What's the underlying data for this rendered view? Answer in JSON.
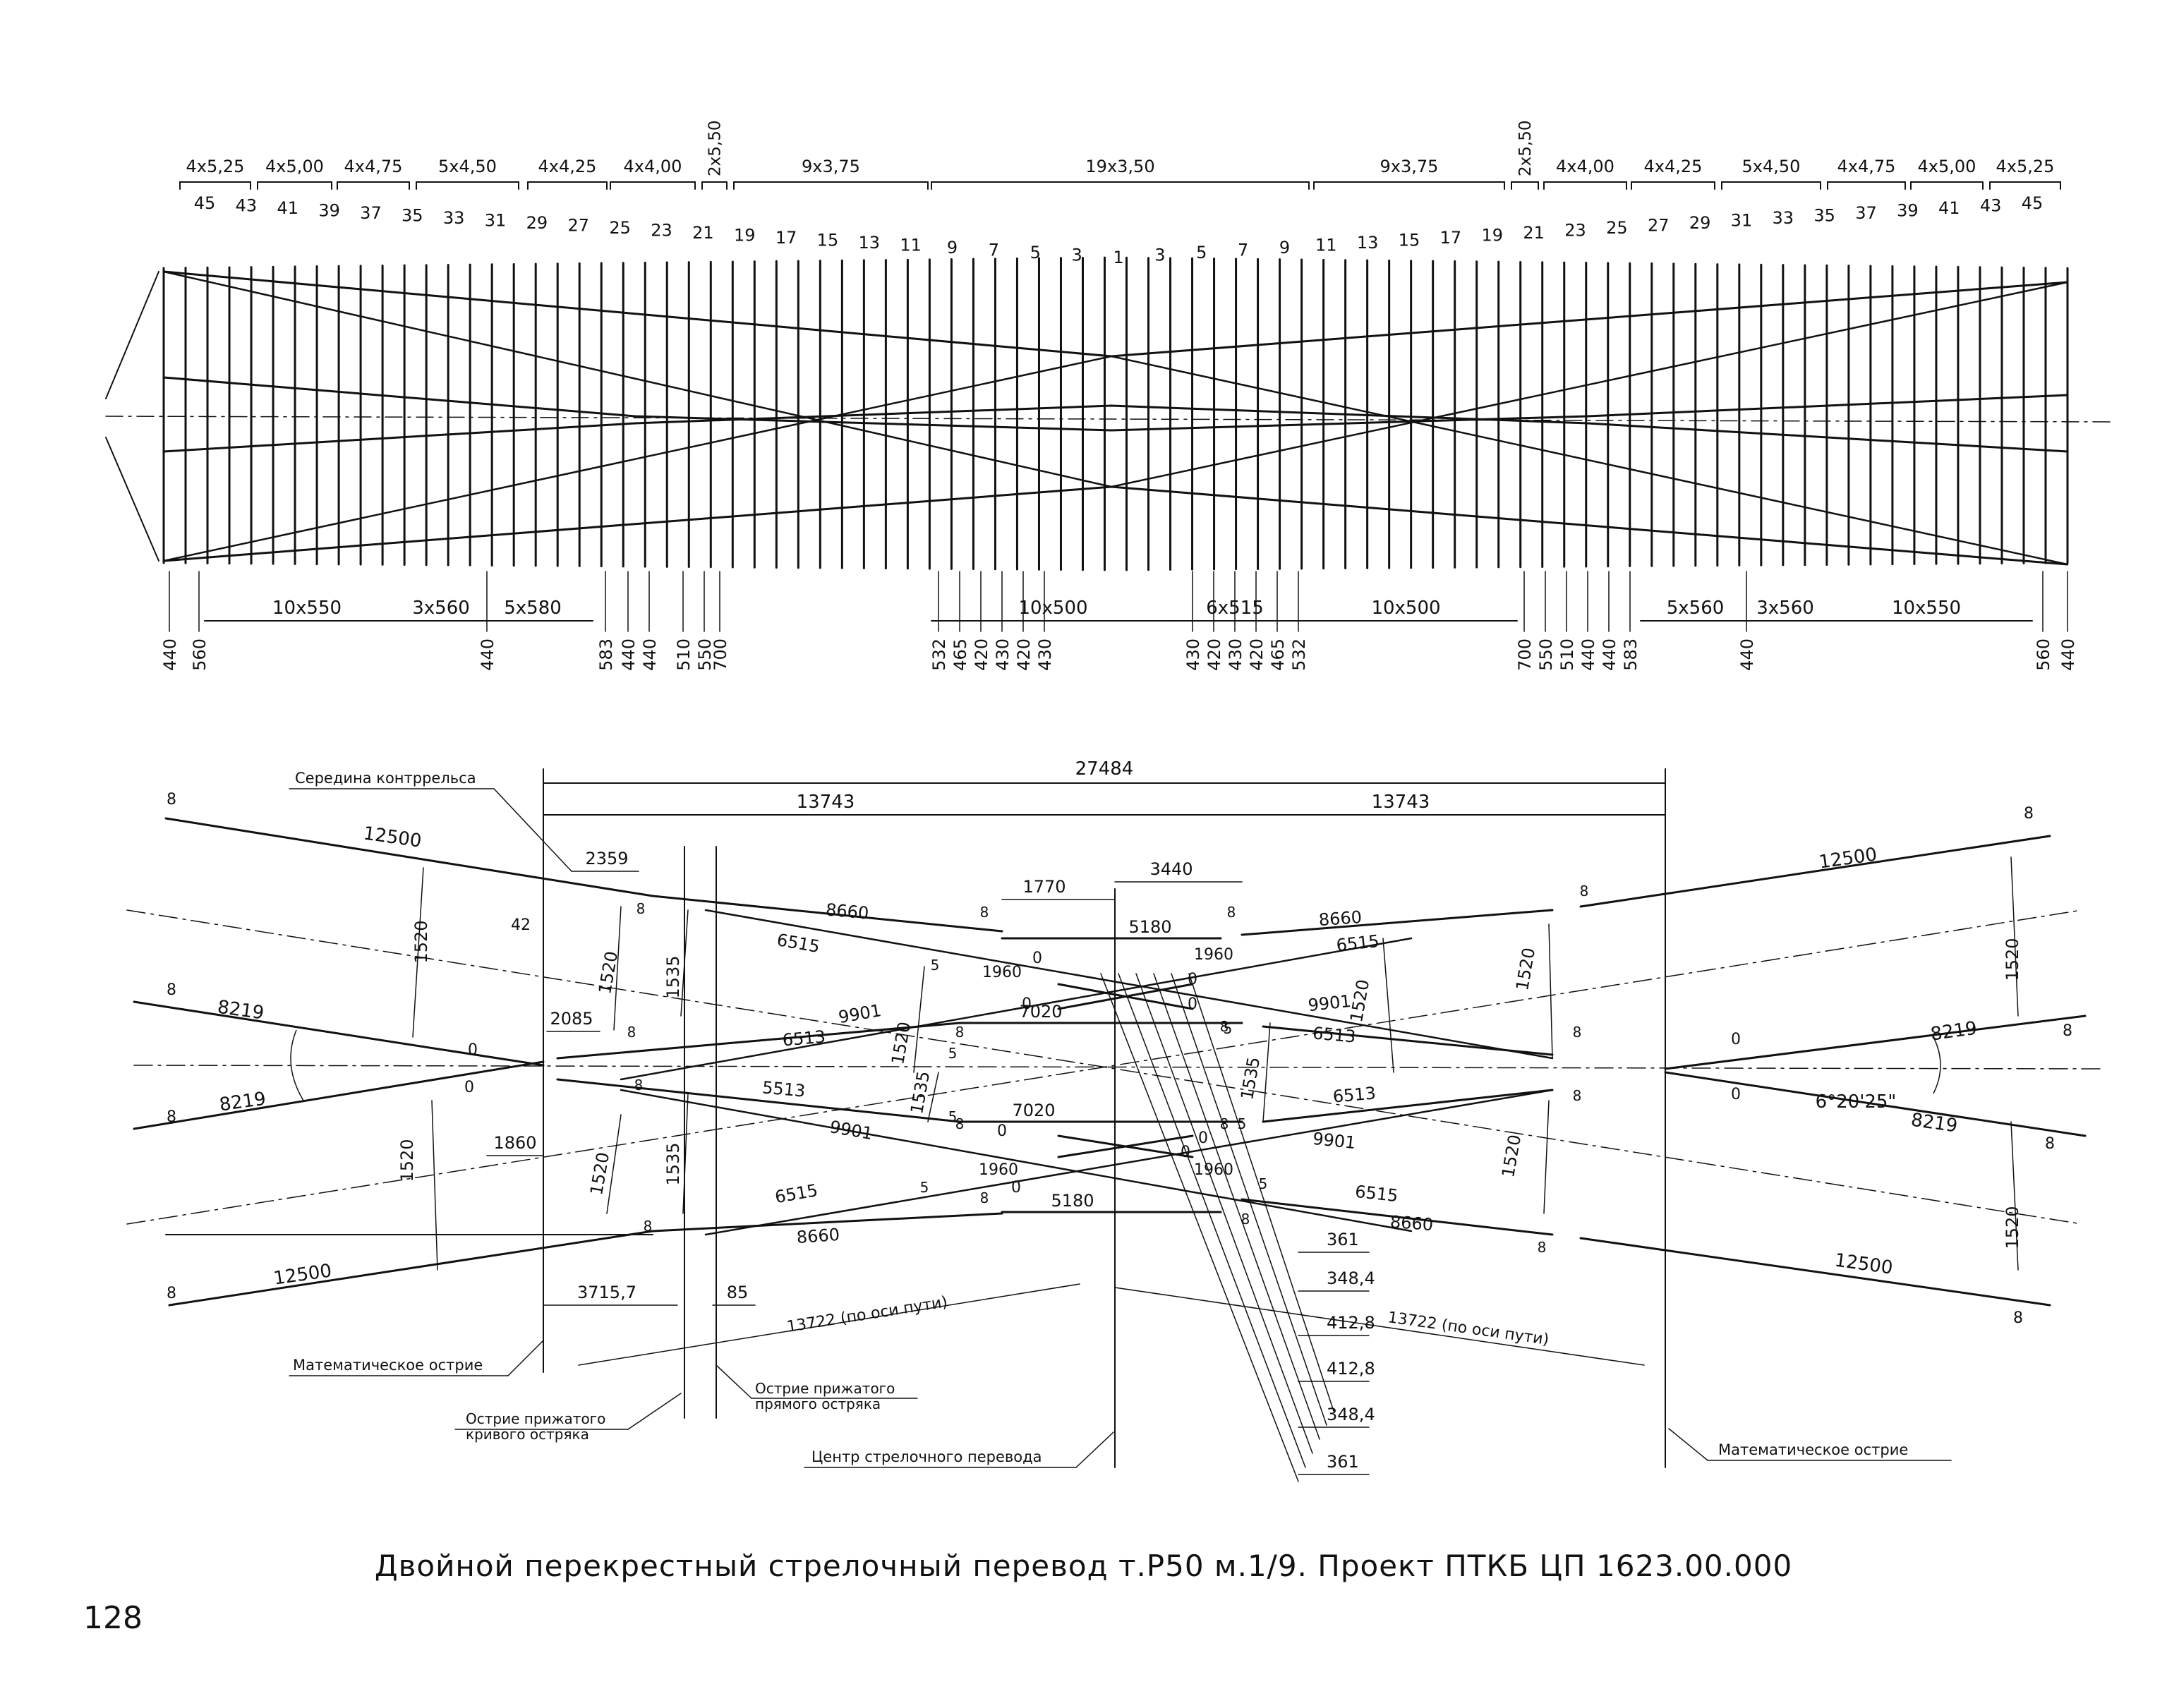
{
  "page": {
    "number": "128"
  },
  "caption": "Двойной перекрестный стрелочный перевод т.Р50 м.1/9. Проект ПТКБ ЦП 1623.00.000",
  "sleeper_plan": {
    "groups_top": [
      "4x5,25",
      "4x5,00",
      "4x4,75",
      "5x4,50",
      "4x4,25",
      "4x4,00",
      "2x5,50",
      "9x3,75",
      "19x3,50",
      "9x3,75",
      "2x5,50",
      "4x4,00",
      "4x4,25",
      "5x4,50",
      "4x4,75",
      "4x5,00",
      "4x5,25"
    ],
    "sleeper_numbers": [
      "45",
      "43",
      "41",
      "39",
      "37",
      "35",
      "33",
      "31",
      "29",
      "27",
      "25",
      "23",
      "21",
      "19",
      "17",
      "15",
      "13",
      "11",
      "9",
      "7",
      "5",
      "3",
      "1",
      "3",
      "5",
      "7",
      "9",
      "11",
      "13",
      "15",
      "17",
      "19",
      "21",
      "23",
      "25",
      "27",
      "29",
      "31",
      "33",
      "35",
      "37",
      "39",
      "41",
      "43",
      "45"
    ],
    "spacing_groups": [
      "10x550",
      "3x560",
      "5x580",
      "10x500",
      "6x515",
      "10x500",
      "5x560",
      "3x560",
      "10x550"
    ],
    "vertical_dims_left": [
      "440",
      "560",
      "440",
      "583",
      "440",
      "440",
      "510",
      "550",
      "700",
      "532",
      "465",
      "420",
      "430",
      "420",
      "430"
    ],
    "vertical_dims_right": [
      "430",
      "420",
      "430",
      "420",
      "465",
      "532",
      "700",
      "550",
      "510",
      "440",
      "440",
      "583",
      "440",
      "560",
      "440"
    ]
  },
  "geometry": {
    "total": "27484",
    "half_left": "13743",
    "half_right": "13743",
    "rails": {
      "r12500": "12500",
      "r8219": "8219",
      "r8660": "8660",
      "r6515": "6515",
      "r9901": "9901",
      "r6513": "6513",
      "r5513": "5513",
      "r7020": "7020",
      "r5180": "5180",
      "r1960": "1960"
    },
    "small_dims": {
      "d2359": "2359",
      "d42": "42",
      "d2085": "2085",
      "d1860": "1860",
      "d1770": "1770",
      "d3440": "3440",
      "d1520": "1520",
      "d1535": "1535",
      "d3715": "3715,7",
      "d85": "85",
      "d13722": "13722 (по оси пути)"
    },
    "angle": "6°20'25\"",
    "offsets": [
      "361",
      "348,4",
      "412,8",
      "412,8",
      "348,4",
      "361"
    ],
    "marks": {
      "eight": "8",
      "five": "5",
      "zero": "0"
    },
    "labels": {
      "mid_guard": "Середина контррельса",
      "math_point_left": "Математическое острие",
      "curved_switch": [
        "Острие прижатого",
        "кривого остряка"
      ],
      "straight_switch": [
        "Острие прижатого",
        "прямого остряка"
      ],
      "center": "Центр стрелочного перевода",
      "math_point_right": "Математическое острие"
    }
  }
}
